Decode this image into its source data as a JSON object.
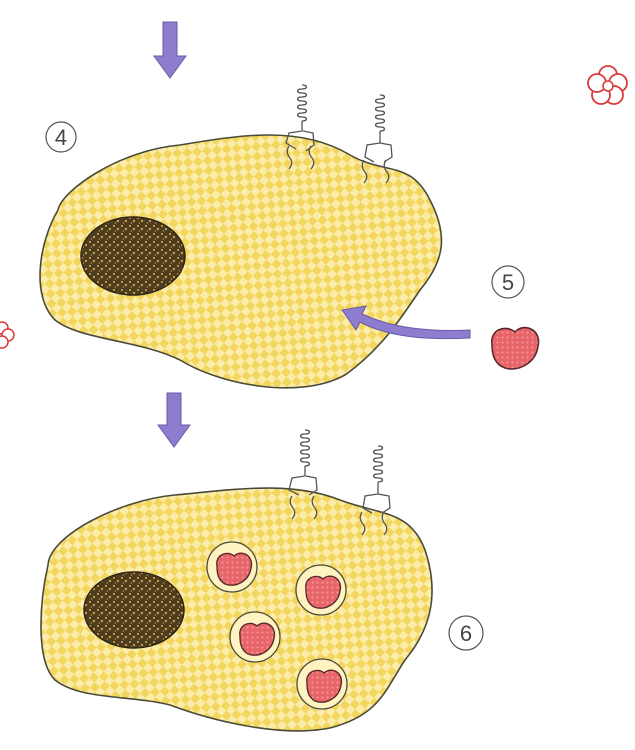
{
  "labels": {
    "step4": "4",
    "step5": "5",
    "step6": "6"
  },
  "colors": {
    "cell_fill": "#f3d65e",
    "cell_check": "#fff6c9",
    "cell_outline": "#4a4a3a",
    "nucleus": "#4a3d22",
    "nucleus_speckle": "#e2a83a",
    "arrow": "#8e7ccf",
    "particle": "#e8666a",
    "particle_light": "#f49c9c",
    "vesicle_ring": "#f0d887",
    "line": "#555555"
  },
  "icons": {
    "arrow_down": "arrow-down-icon",
    "arrow_curved": "curved-arrow-icon",
    "receptor": "receptor-icon",
    "particle": "particle-icon",
    "vesicle": "vesicle-icon"
  }
}
